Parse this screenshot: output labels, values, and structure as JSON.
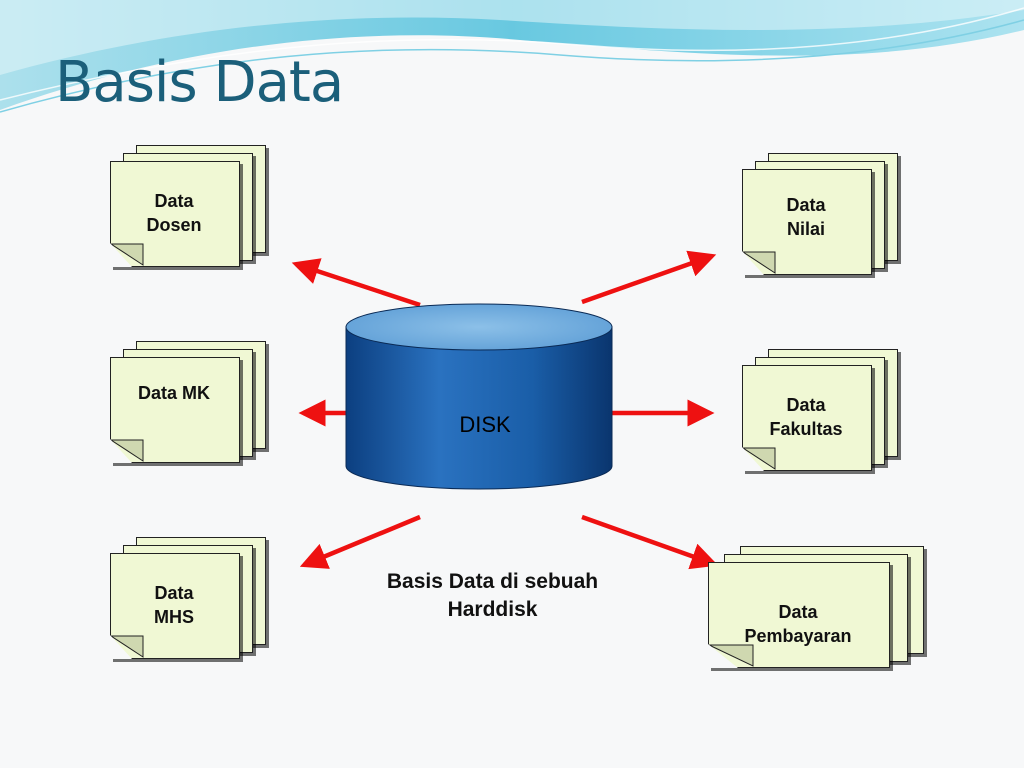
{
  "slide": {
    "title": "Basis Data"
  },
  "disk": {
    "label": "DISK",
    "fill_top": "#6aa8dc",
    "fill_body": "#1a5ea8"
  },
  "caption": "Basis Data di sebuah\nHarddisk",
  "documents": [
    {
      "id": "dosen",
      "label": "Data\nDosen"
    },
    {
      "id": "mk",
      "label": "Data MK"
    },
    {
      "id": "mhs",
      "label": "Data\nMHS"
    },
    {
      "id": "nilai",
      "label": "Data\nNilai"
    },
    {
      "id": "fakultas",
      "label": "Data\nFakultas"
    },
    {
      "id": "pembayaran",
      "label": "Data\nPembayaran"
    }
  ],
  "colors": {
    "title": "#1b5f7a",
    "document_fill": "#f0f8d4",
    "arrow": "#ee1111",
    "wave": "#5cc6de"
  }
}
